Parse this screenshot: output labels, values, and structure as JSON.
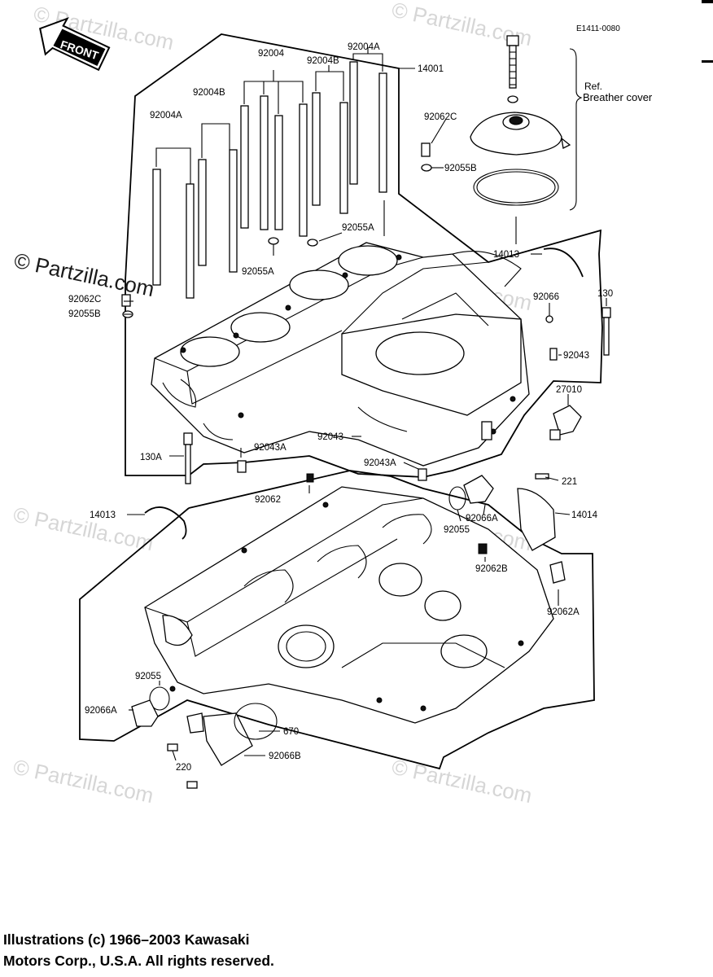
{
  "diagram_code": "E1411-0080",
  "front_badge": "FRONT",
  "reference": {
    "prefix": "Ref.",
    "name": "Breather cover"
  },
  "watermarks": {
    "faint": "© Partzilla.com",
    "dark": "© Partzilla.com"
  },
  "callouts": {
    "c92004": "92004",
    "c92004A_top": "92004A",
    "c92004B_top": "92004B",
    "c92004B_left": "92004B",
    "c92004A_left": "92004A",
    "c14001": "14001",
    "c92062C_top": "92062C",
    "c92055B_top": "92055B",
    "c92055A_right": "92055A",
    "c92055A_left": "92055A",
    "c92062C_left": "92062C",
    "c92055B_left": "92055B",
    "c14013_top": "14013",
    "c92066": "92066",
    "c130": "130",
    "c92043_right": "92043",
    "c27010": "27010",
    "c130A": "130A",
    "c92043A_left": "92043A",
    "c92043_mid": "92043",
    "c92043A_mid": "92043A",
    "c92062": "92062",
    "c221": "221",
    "c14014": "14014",
    "c14013_left": "14013",
    "c92055_mid": "92055",
    "c92066A_mid": "92066A",
    "c92062B": "92062B",
    "c92062A": "92062A",
    "c92055_left": "92055",
    "c92066A_left": "92066A",
    "c670": "670",
    "c92066B": "92066B",
    "c220": "220"
  },
  "copyright": {
    "line1": "Illustrations (c) 1966–2003 Kawasaki",
    "line2": "Motors Corp., U.S.A.  All rights reserved."
  }
}
